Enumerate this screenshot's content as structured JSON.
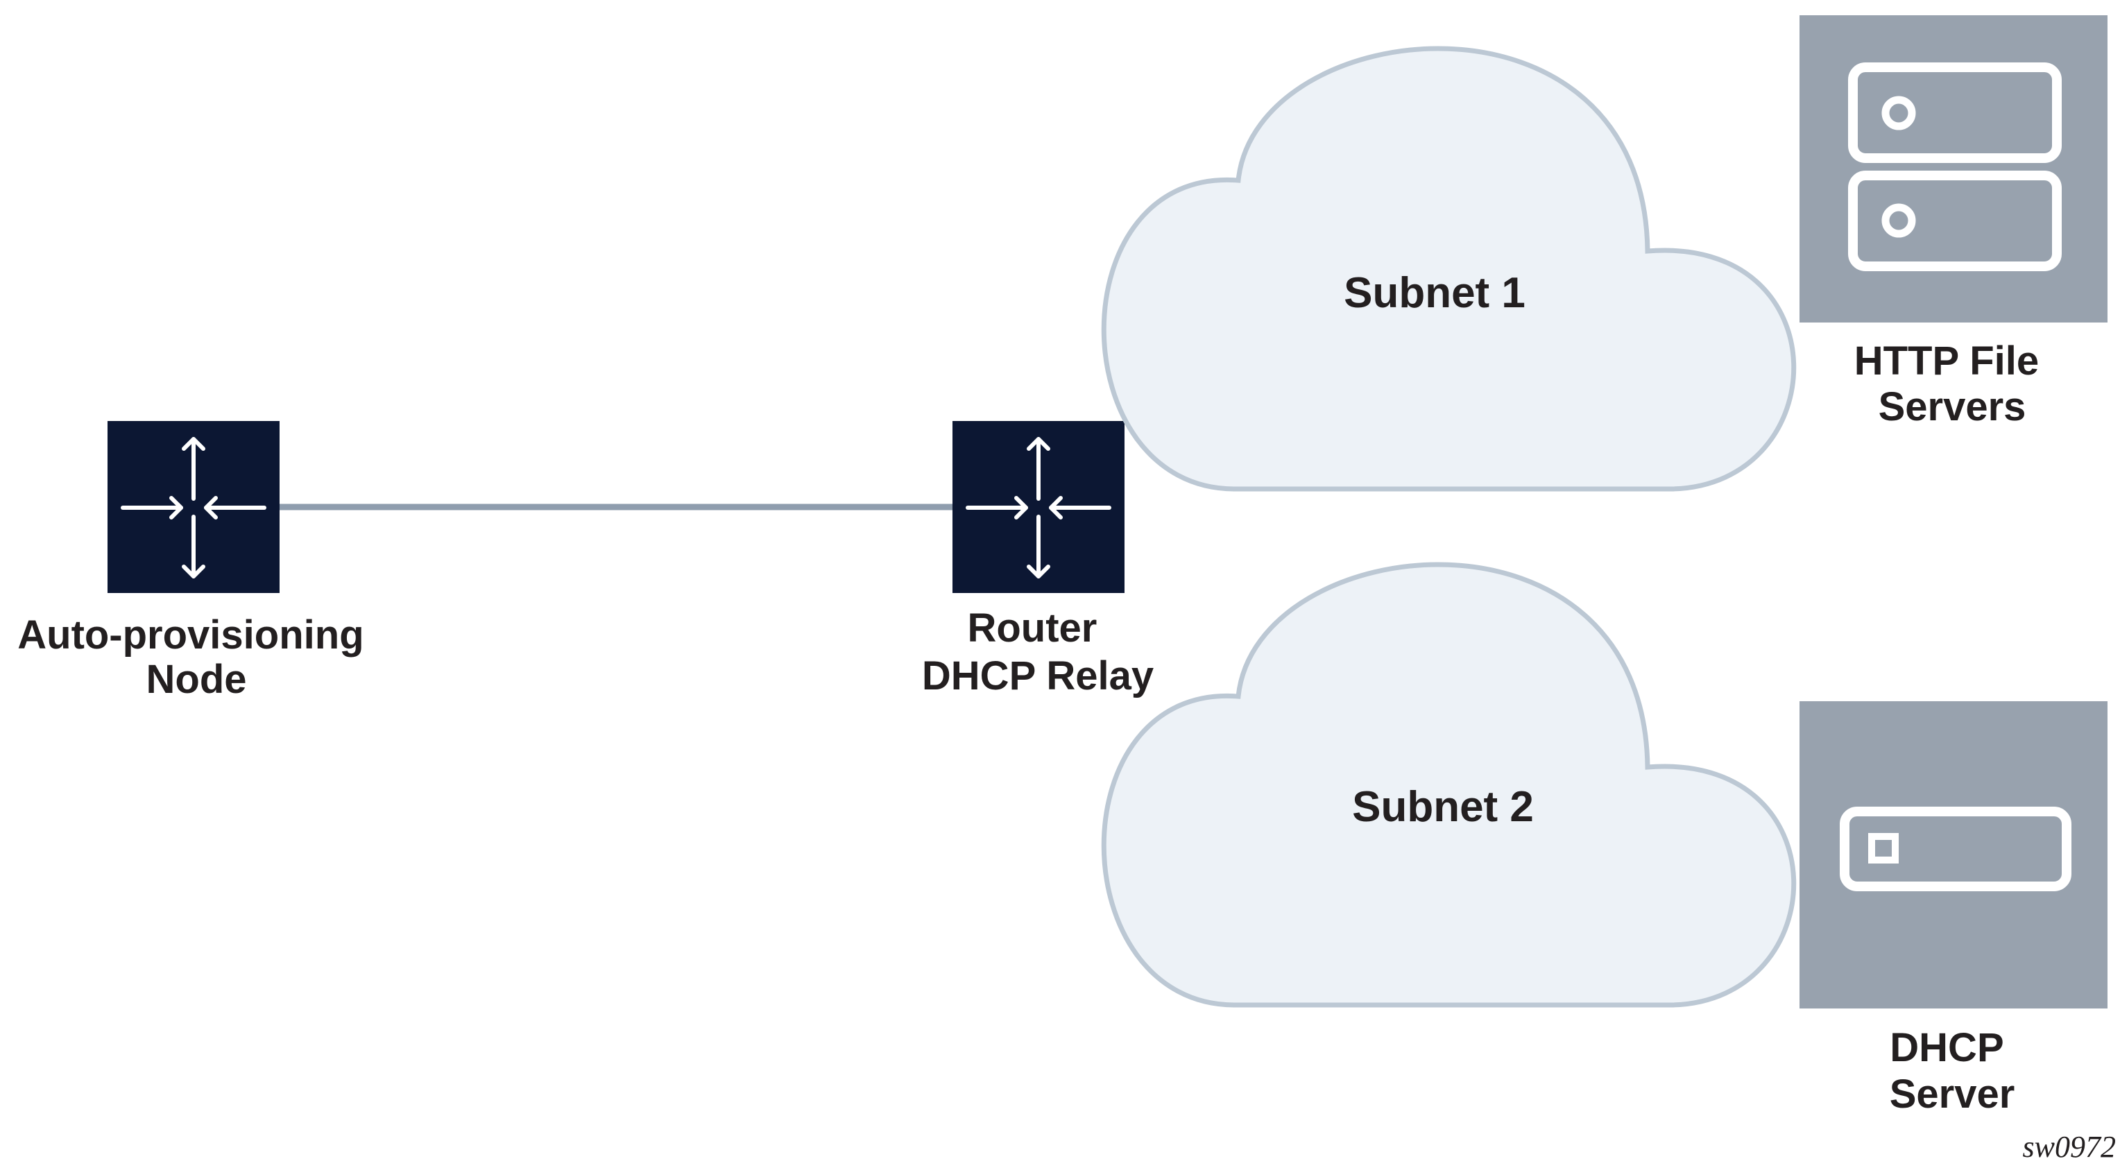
{
  "nodes": {
    "auto_node": {
      "line1": "Auto-provisioning",
      "line2": "Node"
    },
    "router": {
      "line1": "Router",
      "line2": "DHCP Relay"
    }
  },
  "clouds": {
    "subnet1": {
      "label": "Subnet 1"
    },
    "subnet2": {
      "label": "Subnet 2"
    }
  },
  "servers": {
    "http": {
      "line1": "HTTP File",
      "line2": "Servers"
    },
    "dhcp": {
      "line1": "DHCP",
      "line2": "Server"
    }
  },
  "figure_id": "sw0972",
  "colors": {
    "router_fill": "#0c1733",
    "link_line": "#8f9dae",
    "cloud_fill": "#edf2f7",
    "cloud_stroke": "#bcc8d4",
    "server_fill": "#98a2ae",
    "text": "#231f20"
  },
  "icons": {
    "router": "router-icon",
    "http_servers": "server-stack-icon",
    "dhcp_server": "server-unit-icon"
  }
}
